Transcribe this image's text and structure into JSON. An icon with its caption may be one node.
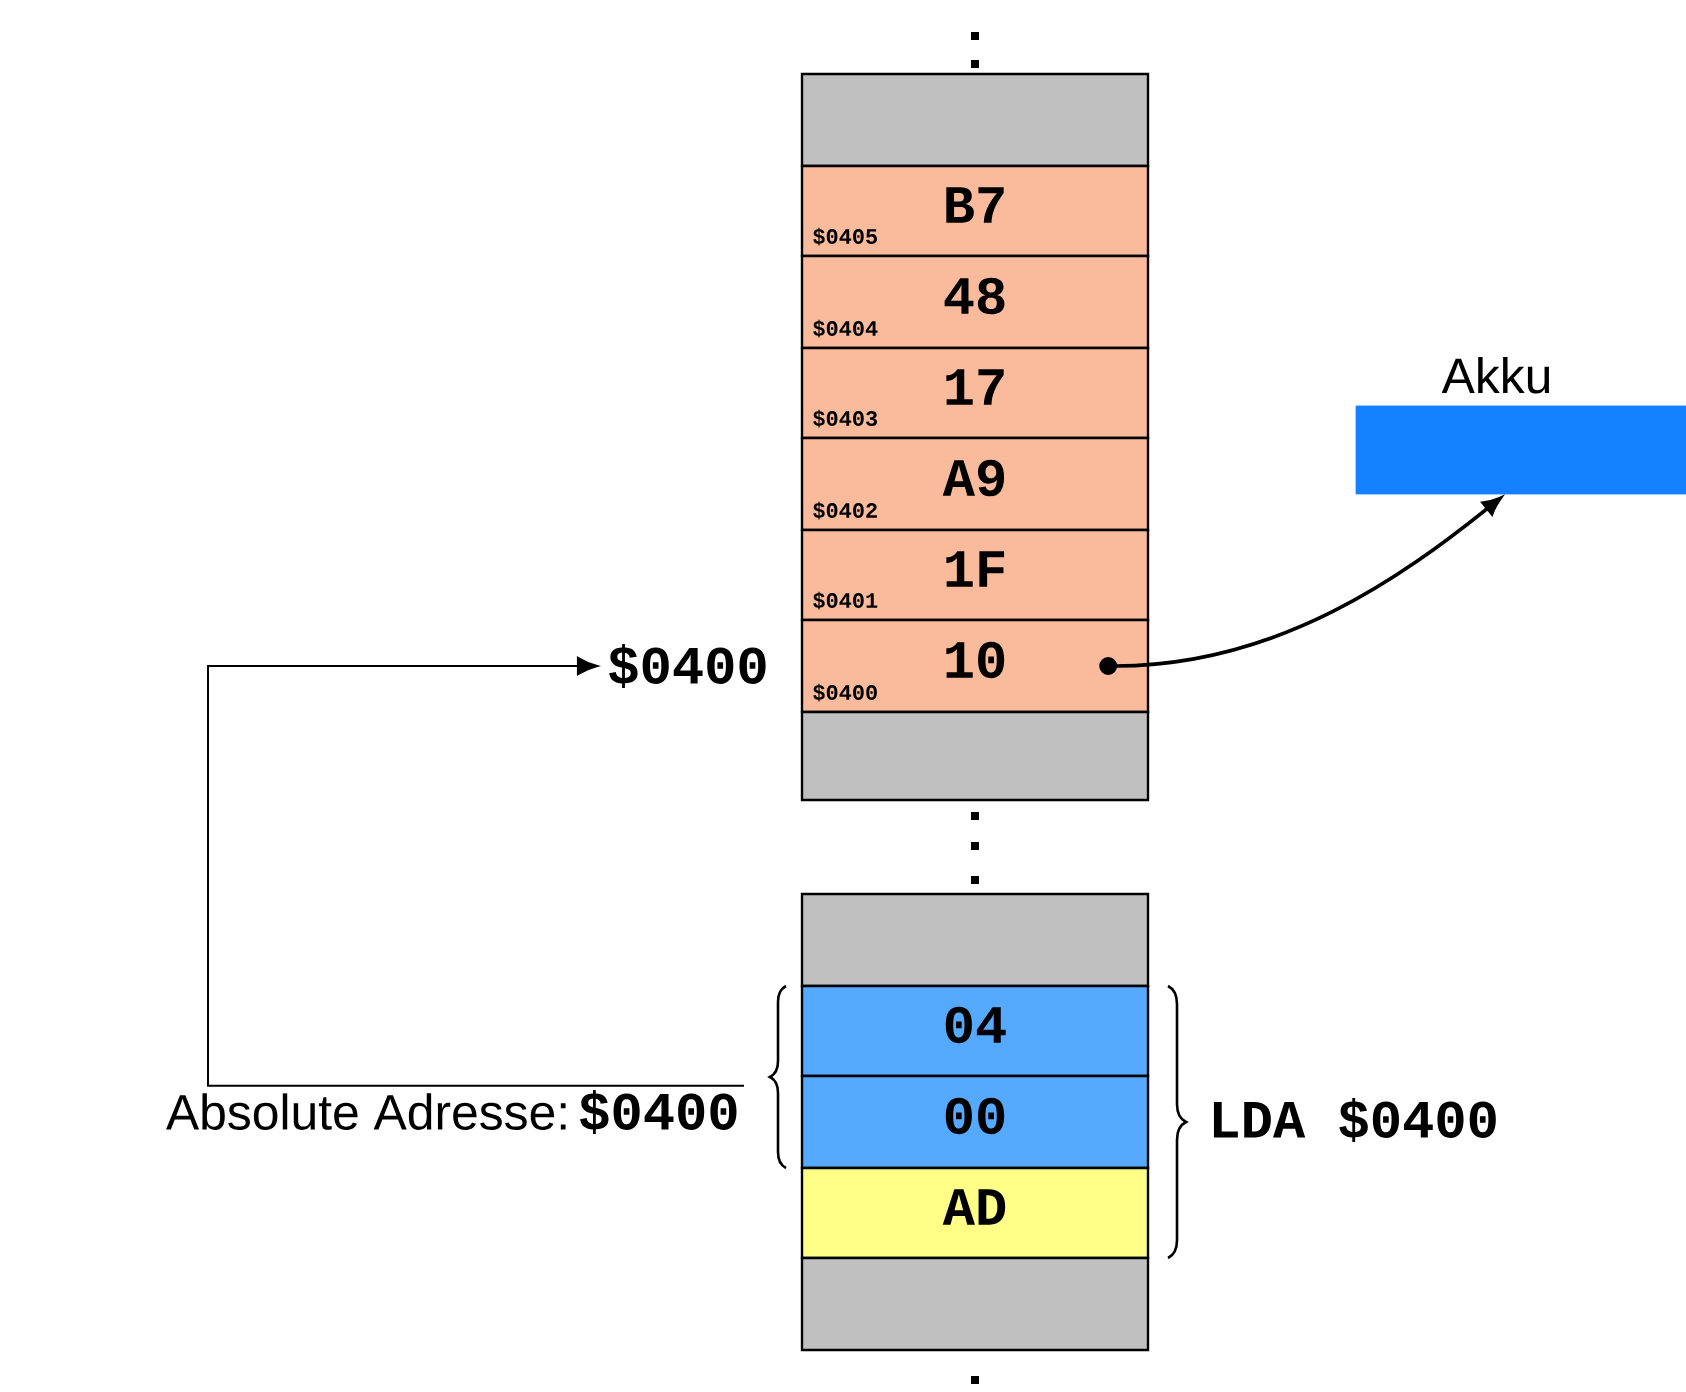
{
  "diagram": {
    "nodes": [
      {
        "text": [],
        "shape": "box"
      },
      {
        "text": [
          "B7",
          "$0405"
        ]
      },
      {
        "text": [
          "48",
          "$0404"
        ]
      },
      {
        "text": [
          "17",
          "$0403"
        ]
      },
      {
        "text": [
          "A9",
          "$0402"
        ]
      },
      {
        "text": [
          "1F",
          "$0401"
        ]
      },
      {
        "text": [
          "10",
          "$0400"
        ]
      },
      {
        "text": [],
        "shape": "box"
      },
      {
        "text": [
          "Akku"
        ]
      },
      {
        "text": [
          "$0400"
        ]
      },
      {
        "text": [],
        "shape": "box"
      },
      {
        "text": [
          "04"
        ]
      },
      {
        "text": [
          "00"
        ]
      },
      {
        "text": [
          "AD"
        ]
      },
      {
        "text": [],
        "shape": "box"
      },
      {
        "text": [
          "Absolute Adresse:",
          "$0400"
        ]
      }
    ],
    "edges": [
      {
        "from": 15,
        "to": 9,
        "arrow": "to"
      },
      {
        "from": 6,
        "to": 8,
        "arrow": "to"
      }
    ],
    "labels": [
      "LDA $0400"
    ]
  }
}
